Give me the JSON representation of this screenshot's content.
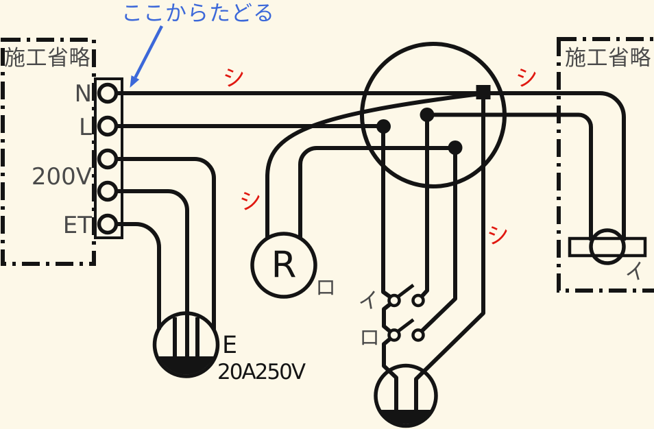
{
  "colors": {
    "background": "#FDF8E8",
    "wire": "#141414",
    "label_gray": "#4a4a4a",
    "accent_red": "#E01810",
    "accent_blue": "#3C68D9"
  },
  "annotation": {
    "trace_hint": "ここからたどる"
  },
  "left_panel": {
    "title": "施工省略",
    "terminals": {
      "n": "N",
      "l": "L",
      "v200": "200V",
      "et": "ET"
    }
  },
  "right_panel": {
    "title": "施工省略",
    "fixture_label": "イ"
  },
  "wire_marks": {
    "shirushi": "シ"
  },
  "devices": {
    "relay": {
      "label": "R",
      "circuit_mark": "ロ"
    },
    "switch_i": {
      "label": "イ"
    },
    "switch_ro": {
      "label": "ロ"
    },
    "outlet_200v": {
      "earth_label": "E",
      "rating": "20A250V"
    }
  }
}
